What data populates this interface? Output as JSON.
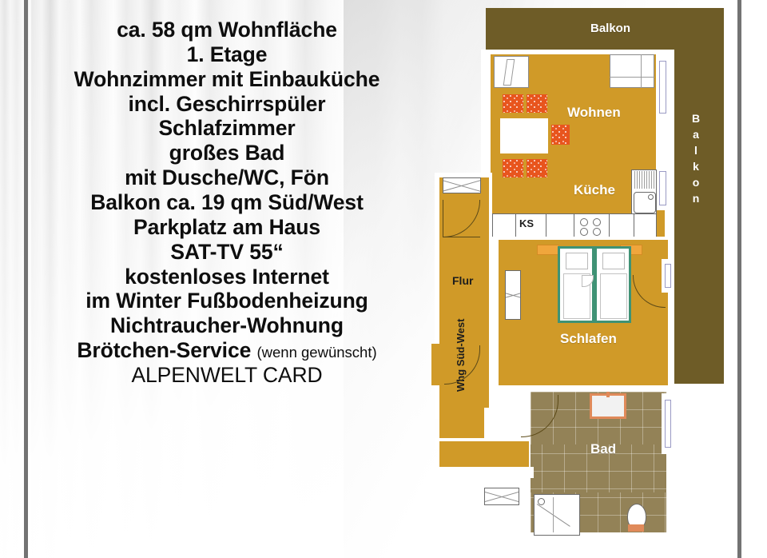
{
  "description": {
    "lines": [
      {
        "text": "ca. 58 qm Wohnfläche",
        "bold": true
      },
      {
        "text": "1. Etage",
        "bold": true
      },
      {
        "text": "Wohnzimmer mit Einbauküche",
        "bold": true
      },
      {
        "text": "incl. Geschirrspüler",
        "bold": true
      },
      {
        "text": "Schlafzimmer",
        "bold": true
      },
      {
        "text": "großes Bad",
        "bold": true
      },
      {
        "text": "mit Dusche/WC, Fön",
        "bold": true
      },
      {
        "text": "Balkon ca. 19 qm Süd/West",
        "bold": true
      },
      {
        "text": "Parkplatz am Haus",
        "bold": true
      },
      {
        "text": "SAT-TV 55“",
        "bold": true
      },
      {
        "text": "kostenloses Internet",
        "bold": true
      },
      {
        "text": "im Winter Fußbodenheizung",
        "bold": true
      },
      {
        "text": "Nichtraucher-Wohnung",
        "bold": true
      },
      {
        "text": "Brötchen-Service",
        "bold": true
      },
      {
        "text": "ALPENWELT CARD",
        "bold": false
      }
    ],
    "broetchen_note": "(wenn gewünscht)"
  },
  "floorplan": {
    "labels": {
      "balkon_top": "Balkon",
      "balkon_side": "Balkon",
      "wohnen": "Wohnen",
      "kueche": "Küche",
      "ks": "KS",
      "flur": "Flur",
      "schlafen": "Schlafen",
      "bad": "Bad",
      "whg": "Whg",
      "whg_dir": "Süd-West"
    },
    "colors": {
      "balcony": "#6e5c27",
      "room": "#d09a28",
      "bath_tile": "#938257",
      "bed_frame": "#3f9275",
      "chair": "#e8551e",
      "nightstand": "#f0a63c",
      "sink_frame": "#e08a5a",
      "wall": "#ffffff",
      "rule": "#737373",
      "text_dark": "#1d1d1d",
      "text_light": "#ffffff"
    }
  }
}
